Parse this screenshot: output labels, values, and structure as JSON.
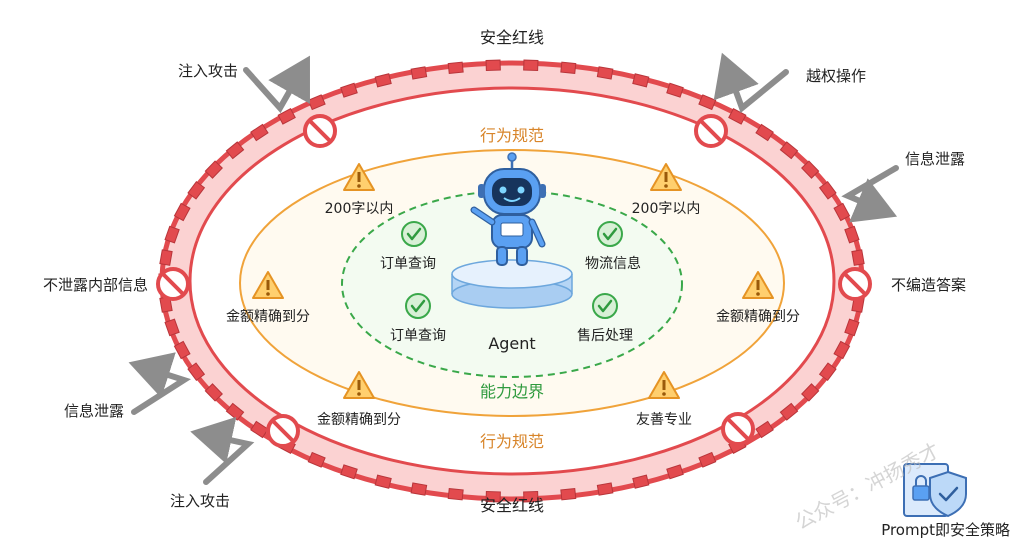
{
  "colors": {
    "red_wall": "#e24a4e",
    "red_fill": "#fbd2d2",
    "orange": "#f0a33a",
    "green": "#3aa84a",
    "warning_fill": "#ffcf6e",
    "check_fill": "#d8f0d6",
    "agent_blue": "#5aa0f2"
  },
  "outer_ring": {
    "label_top": "安全红线",
    "label_bottom": "安全红线",
    "left_label": "不泄露内部信息",
    "right_label": "不编造答案"
  },
  "attacks": [
    {
      "text": "注入攻击",
      "icon": "bounce-arrow-icon"
    },
    {
      "text": "越权操作",
      "icon": "bounce-arrow-icon"
    },
    {
      "text": "信息泄露",
      "icon": "bounce-arrow-icon"
    },
    {
      "text": "信息泄露",
      "icon": "bounce-arrow-icon"
    },
    {
      "text": "注入攻击",
      "icon": "bounce-arrow-icon"
    }
  ],
  "behavior_ring": {
    "label_top": "行为规范",
    "label_bottom": "行为规范",
    "rules": [
      "200字以内",
      "200字以内",
      "金额精确到分",
      "金额精确到分",
      "金额精确到分",
      "友善专业"
    ]
  },
  "capability": {
    "label": "能力边界",
    "skills": [
      "订单查询",
      "物流信息",
      "订单查询",
      "售后处理"
    ]
  },
  "agent": {
    "label": "Agent"
  },
  "footer": {
    "caption": "Prompt即安全策略",
    "watermark": "公众号：冲扬秀才"
  }
}
